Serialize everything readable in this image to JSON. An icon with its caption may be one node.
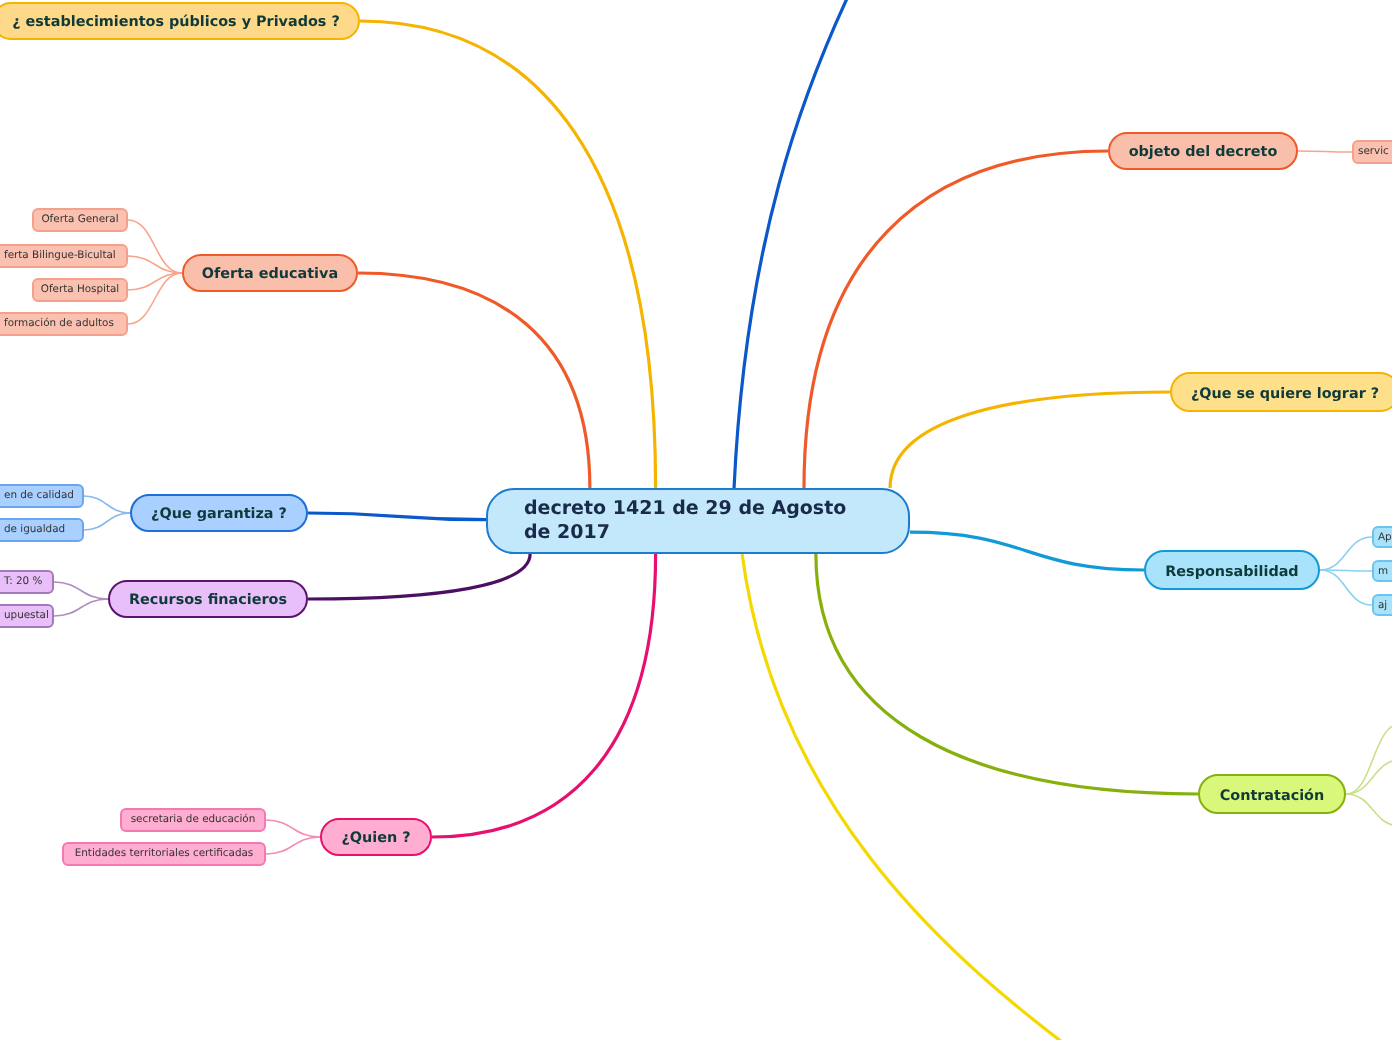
{
  "diagram": {
    "nodes": [
      {
        "text": [
          "decreto 1421 de 29 de Agosto de 2017"
        ]
      },
      {
        "text": [
          "¿ establecimientos públicos y Privados ?"
        ]
      },
      {
        "text": [
          "Oferta educativa"
        ]
      },
      {
        "text": [
          "Oferta General"
        ]
      },
      {
        "text": [
          "ferta Bilingue-Bicultal"
        ]
      },
      {
        "text": [
          "Oferta Hospital"
        ]
      },
      {
        "text": [
          "formación de adultos"
        ]
      },
      {
        "text": [
          "¿Que garantiza ?"
        ]
      },
      {
        "text": [
          "en de calidad"
        ]
      },
      {
        "text": [
          "de igualdad"
        ]
      },
      {
        "text": [
          "Recursos finacieros"
        ]
      },
      {
        "text": [
          "T: 20 %"
        ]
      },
      {
        "text": [
          "upuestal"
        ]
      },
      {
        "text": [
          "¿Quien ?"
        ]
      },
      {
        "text": [
          "secretaria de educación"
        ]
      },
      {
        "text": [
          "Entidades territoriales certificadas"
        ]
      },
      {
        "text": [
          "objeto del decreto"
        ]
      },
      {
        "text": [
          "servic"
        ]
      },
      {
        "text": [
          "¿Que se quiere lograr ?"
        ]
      },
      {
        "text": [
          "Responsabilidad"
        ]
      },
      {
        "text": [
          "Ap"
        ]
      },
      {
        "text": [
          "m"
        ]
      },
      {
        "text": [
          "aj"
        ]
      },
      {
        "text": [
          "Contratación"
        ]
      }
    ],
    "edges": [
      {
        "from": 0,
        "to": 1,
        "arrow": "none",
        "color": "#f5b400"
      },
      {
        "from": 0,
        "to": 2,
        "arrow": "none",
        "color": "#f05a28"
      },
      {
        "from": 2,
        "to": 3,
        "arrow": "none",
        "color": "#f9a48a"
      },
      {
        "from": 2,
        "to": 4,
        "arrow": "none",
        "color": "#f9a48a"
      },
      {
        "from": 2,
        "to": 5,
        "arrow": "none",
        "color": "#f9a48a"
      },
      {
        "from": 2,
        "to": 6,
        "arrow": "none",
        "color": "#f9a48a"
      },
      {
        "from": 0,
        "to": 7,
        "arrow": "none",
        "color": "#0a58ca"
      },
      {
        "from": 7,
        "to": 8,
        "arrow": "none",
        "color": "#8ab8f0"
      },
      {
        "from": 7,
        "to": 9,
        "arrow": "none",
        "color": "#8ab8f0"
      },
      {
        "from": 0,
        "to": 10,
        "arrow": "none",
        "color": "#4b0f63"
      },
      {
        "from": 10,
        "to": 11,
        "arrow": "none",
        "color": "#b08cc0"
      },
      {
        "from": 10,
        "to": 12,
        "arrow": "none",
        "color": "#b08cc0"
      },
      {
        "from": 0,
        "to": 13,
        "arrow": "none",
        "color": "#e8106e"
      },
      {
        "from": 13,
        "to": 14,
        "arrow": "none",
        "color": "#f58ab8"
      },
      {
        "from": 13,
        "to": 15,
        "arrow": "none",
        "color": "#f58ab8"
      },
      {
        "from": 0,
        "to": null,
        "arrow": "none",
        "color": "#0a58ca"
      },
      {
        "from": 0,
        "to": 16,
        "arrow": "none",
        "color": "#f05a28"
      },
      {
        "from": 16,
        "to": 17,
        "arrow": "none",
        "color": "#f9a48a"
      },
      {
        "from": 0,
        "to": 18,
        "arrow": "none",
        "color": "#f5b400"
      },
      {
        "from": 0,
        "to": 19,
        "arrow": "none",
        "color": "#129ad8"
      },
      {
        "from": 19,
        "to": 20,
        "arrow": "none",
        "color": "#8ad0f0"
      },
      {
        "from": 19,
        "to": 21,
        "arrow": "none",
        "color": "#8ad0f0"
      },
      {
        "from": 19,
        "to": 22,
        "arrow": "none",
        "color": "#8ad0f0"
      },
      {
        "from": 0,
        "to": 23,
        "arrow": "none",
        "color": "#86b00c"
      },
      {
        "from": 23,
        "to": null,
        "arrow": "none",
        "color": "#c8e08a"
      },
      {
        "from": 23,
        "to": null,
        "arrow": "none",
        "color": "#c8e08a"
      },
      {
        "from": 23,
        "to": null,
        "arrow": "none",
        "color": "#c8e08a"
      },
      {
        "from": 0,
        "to": null,
        "arrow": "none",
        "color": "#f5d800"
      }
    ]
  }
}
